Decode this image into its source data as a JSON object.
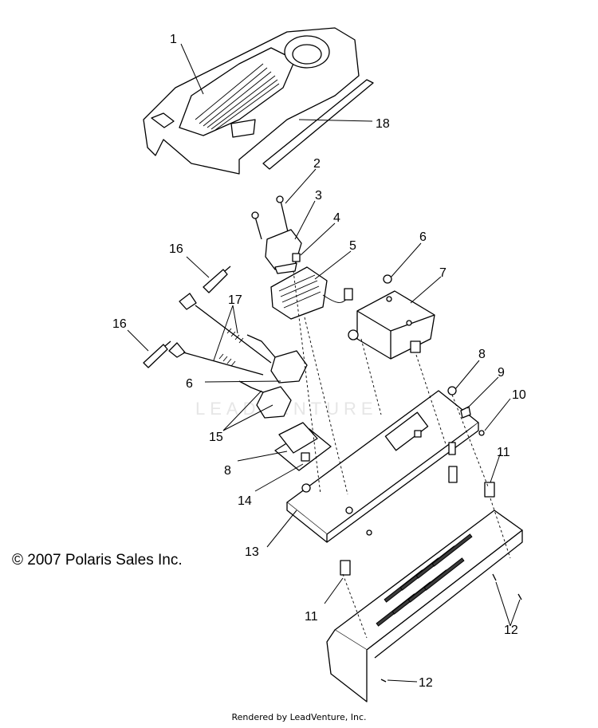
{
  "callouts": [
    {
      "id": "1",
      "label": "1",
      "part": "seat-cover"
    },
    {
      "id": "2",
      "label": "2",
      "part": "bolt"
    },
    {
      "id": "3",
      "label": "3",
      "part": "regulator-rectifier"
    },
    {
      "id": "4",
      "label": "4",
      "part": "spacer"
    },
    {
      "id": "5",
      "label": "5",
      "part": "cdi-module"
    },
    {
      "id": "6a",
      "label": "6",
      "part": "nut"
    },
    {
      "id": "6b",
      "label": "6",
      "part": "nut"
    },
    {
      "id": "7",
      "label": "7",
      "part": "control-module"
    },
    {
      "id": "8a",
      "label": "8",
      "part": "nut"
    },
    {
      "id": "8b",
      "label": "8",
      "part": "bracket"
    },
    {
      "id": "9",
      "label": "9",
      "part": "clip"
    },
    {
      "id": "10",
      "label": "10",
      "part": "screw"
    },
    {
      "id": "11a",
      "label": "11",
      "part": "standoff"
    },
    {
      "id": "11b",
      "label": "11",
      "part": "standoff"
    },
    {
      "id": "12a",
      "label": "12",
      "part": "rivet"
    },
    {
      "id": "12b",
      "label": "12",
      "part": "rivet"
    },
    {
      "id": "13",
      "label": "13",
      "part": "electrical-plate"
    },
    {
      "id": "14",
      "label": "14",
      "part": "relay-bracket"
    },
    {
      "id": "15",
      "label": "15",
      "part": "ignition-coil"
    },
    {
      "id": "16a",
      "label": "16",
      "part": "spark-plug"
    },
    {
      "id": "16b",
      "label": "16",
      "part": "spark-plug"
    },
    {
      "id": "17",
      "label": "17",
      "part": "plug-wire"
    },
    {
      "id": "18",
      "label": "18",
      "part": "decal"
    }
  ],
  "copyright": "© 2007 Polaris Sales Inc.",
  "rendered_by": "Rendered by LeadVenture, Inc.",
  "watermark": "LEADVENTURE"
}
